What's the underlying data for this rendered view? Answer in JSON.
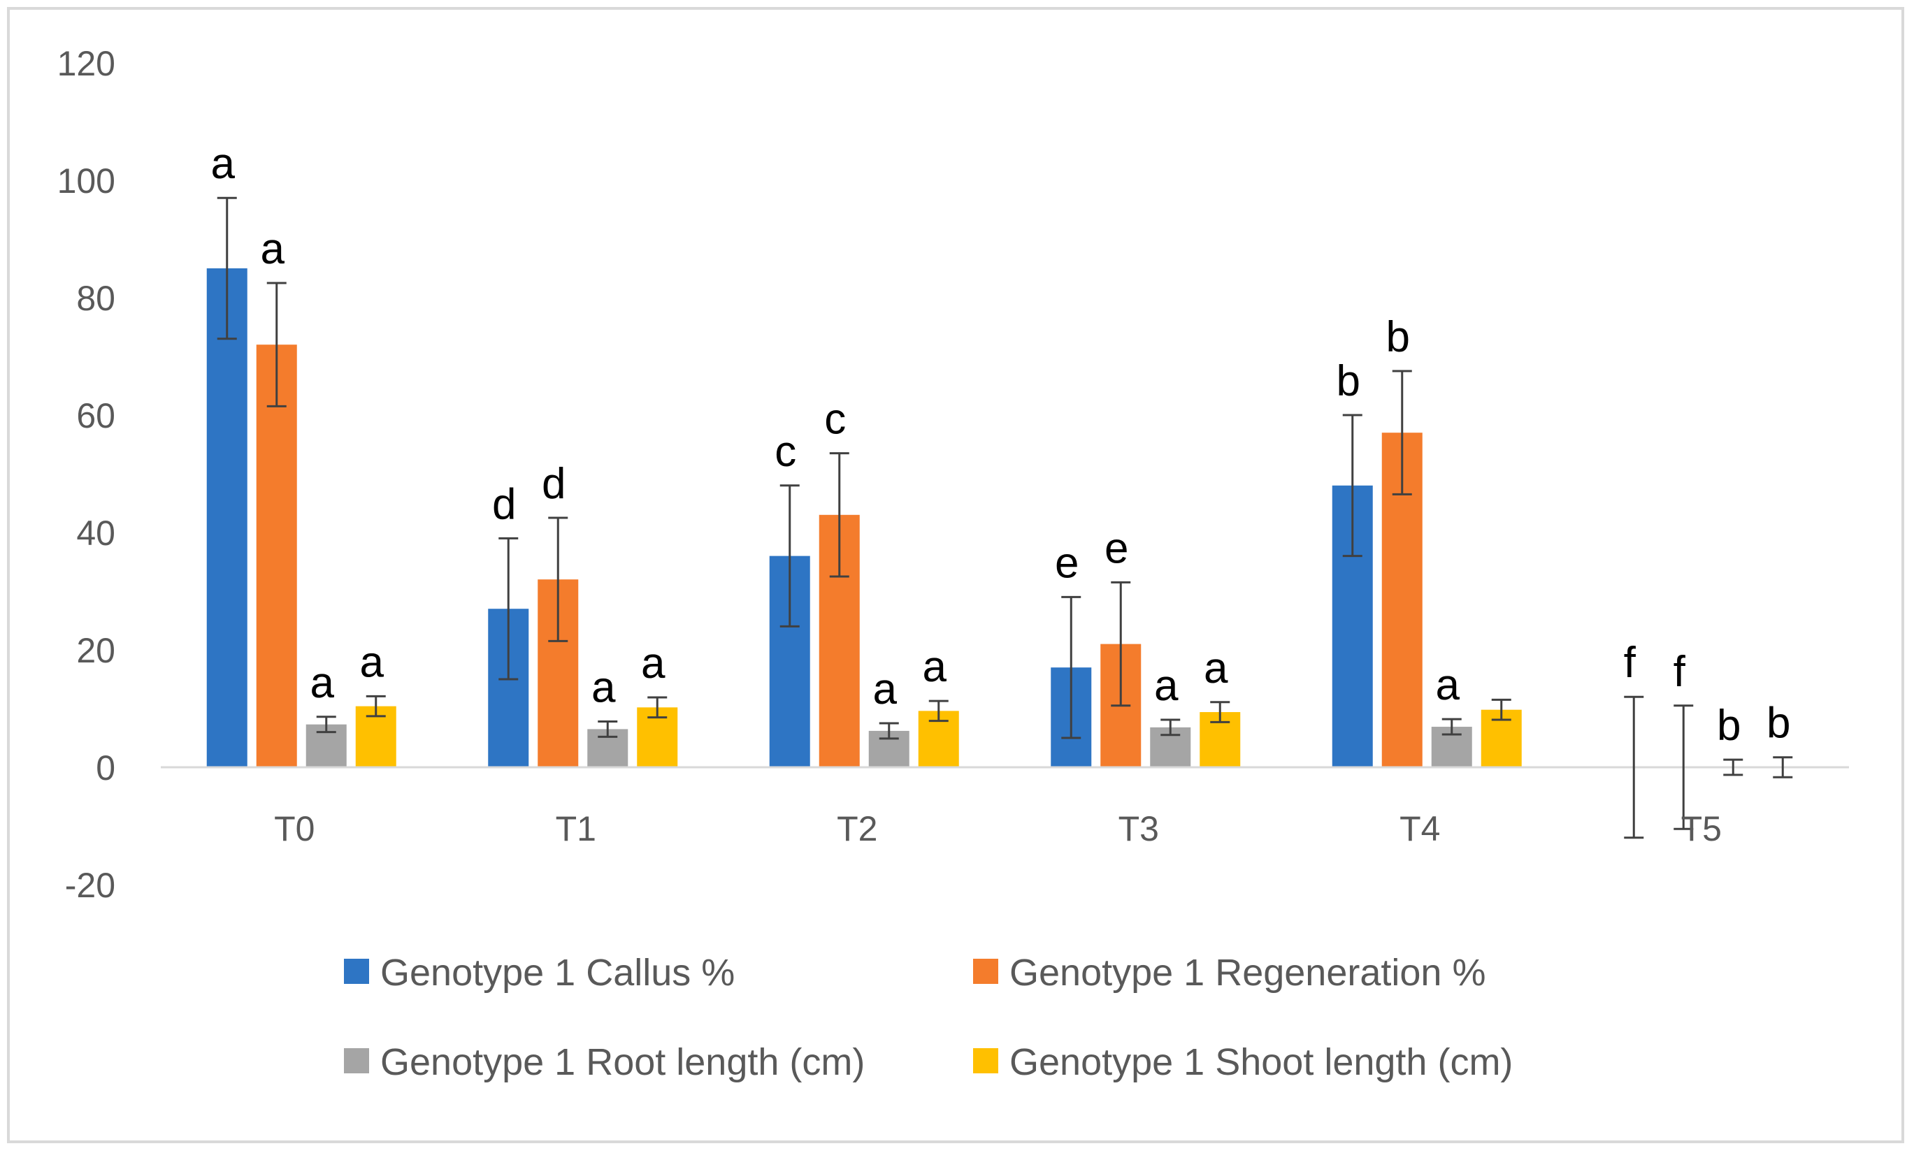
{
  "chart_data": {
    "type": "bar",
    "title": "",
    "xlabel": "",
    "ylabel": "",
    "categories": [
      "T0",
      "T1",
      "T2",
      "T3",
      "T4",
      "T5"
    ],
    "ylim": [
      -20,
      120
    ],
    "yticks": [
      120,
      100,
      80,
      60,
      40,
      20,
      0,
      -20
    ],
    "grid": false,
    "legend_position": "bottom",
    "error_bars": true,
    "series": [
      {
        "name": "Genotype 1 Callus %",
        "color": "#2E75C4",
        "values": [
          85,
          27,
          36,
          17,
          48,
          0
        ],
        "errors": [
          12,
          12,
          12,
          12,
          12,
          12
        ],
        "letters": [
          "a",
          "d",
          "c",
          "e",
          "b",
          "f"
        ]
      },
      {
        "name": "Genotype 1 Regeneration %",
        "color": "#F47C2C",
        "values": [
          72,
          32,
          43,
          21,
          57,
          0
        ],
        "errors": [
          10.5,
          10.5,
          10.5,
          10.5,
          10.5,
          10.5
        ],
        "letters": [
          "a",
          "d",
          "c",
          "e",
          "b",
          "f"
        ]
      },
      {
        "name": "Genotype 1 Root length (cm)",
        "color": "#A5A5A5",
        "values": [
          7.3,
          6.5,
          6.2,
          6.8,
          6.9,
          0
        ],
        "errors": [
          1.3,
          1.3,
          1.3,
          1.3,
          1.3,
          1.3
        ],
        "letters": [
          "a",
          "a",
          "a",
          "a",
          "a",
          "b"
        ]
      },
      {
        "name": "Genotype 1 Shoot length (cm)",
        "color": "#FFC000",
        "values": [
          10.4,
          10.2,
          9.6,
          9.4,
          9.8,
          0
        ],
        "errors": [
          1.7,
          1.7,
          1.7,
          1.7,
          1.7,
          1.7
        ],
        "letters": [
          "a",
          "a",
          "a",
          "a",
          "",
          "b"
        ]
      }
    ]
  }
}
